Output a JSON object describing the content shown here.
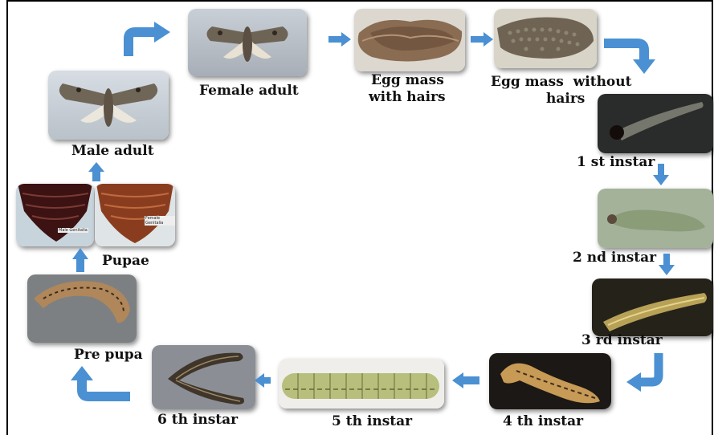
{
  "colors": {
    "arrow": "#4a90d2",
    "text": "#111111",
    "border": "#000000"
  },
  "stages": {
    "female_adult": "Female adult",
    "egg_mass_hairs_line1": "Egg mass",
    "egg_mass_hairs_line2": "with hairs",
    "egg_mass_nohairs_line1": "Egg mass  without",
    "egg_mass_nohairs_line2": "hairs",
    "instar1": "1 st instar",
    "instar2": "2 nd instar",
    "instar3": "3 rd instar",
    "instar4": "4 th instar",
    "instar5": "5 th instar",
    "instar6": "6 th instar",
    "pre_pupa": "Pre pupa",
    "pupae": "Pupae",
    "male_adult": "Male adult"
  },
  "photo_captions": {
    "pupa_male": "Male Genitalia",
    "pupa_female": "Female Genitalia"
  }
}
